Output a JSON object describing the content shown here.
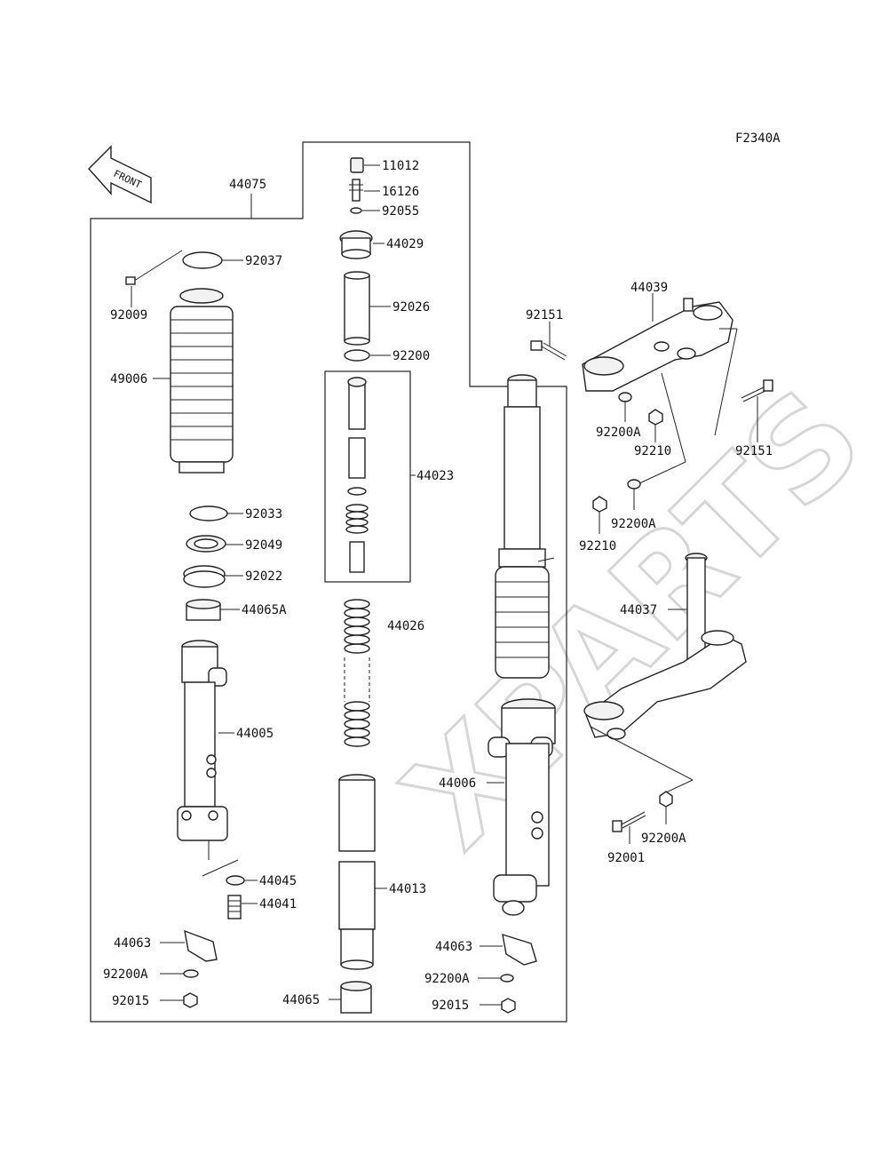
{
  "diagram_code": "F2340A",
  "front_arrow_text": "FRONT",
  "watermark": "XPARTS",
  "labels": {
    "p44075": "44075",
    "p11012": "11012",
    "p16126": "16126",
    "p92055": "92055",
    "p44029": "44029",
    "p92037": "92037",
    "p92009": "92009",
    "p92026": "92026",
    "p92200": "92200",
    "p49006": "49006",
    "p44023": "44023",
    "p92033": "92033",
    "p92049": "92049",
    "p92022": "92022",
    "p44065A": "44065A",
    "p44026": "44026",
    "p44005": "44005",
    "p44006": "44006",
    "p44013": "44013",
    "p44045": "44045",
    "p44041": "44041",
    "p44063_left": "44063",
    "p92200A_left": "92200A",
    "p92015_left": "92015",
    "p44065": "44065",
    "p44063_right": "44063",
    "p92200A_right": "92200A",
    "p92015_right": "92015",
    "p44039": "44039",
    "p92151_top": "92151",
    "p92200A_a": "92200A",
    "p92210_a": "92210",
    "p92151_right": "92151",
    "p92200A_b": "92200A",
    "p92210_b": "92210",
    "p44037": "44037",
    "p92200A_c": "92200A",
    "p92001": "92001"
  }
}
